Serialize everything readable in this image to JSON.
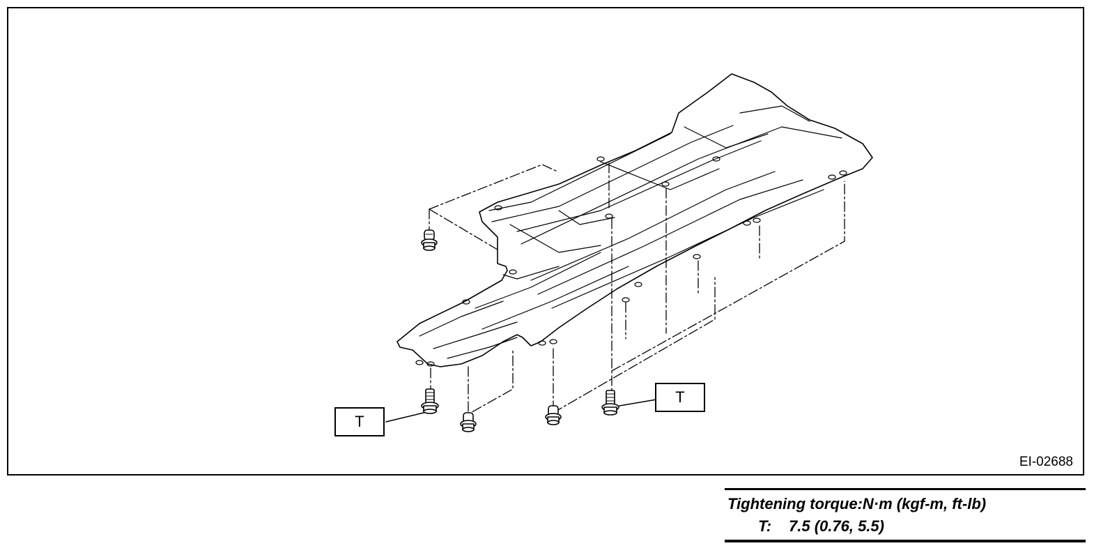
{
  "figure": {
    "id_label": "EI-02688",
    "callouts": [
      "T",
      "T"
    ]
  },
  "torque_table": {
    "heading": "Tightening torque:N·m (kgf-m, ft-lb)",
    "rows": [
      {
        "key": "T:",
        "value": "7.5 (0.76, 5.5)"
      }
    ]
  }
}
